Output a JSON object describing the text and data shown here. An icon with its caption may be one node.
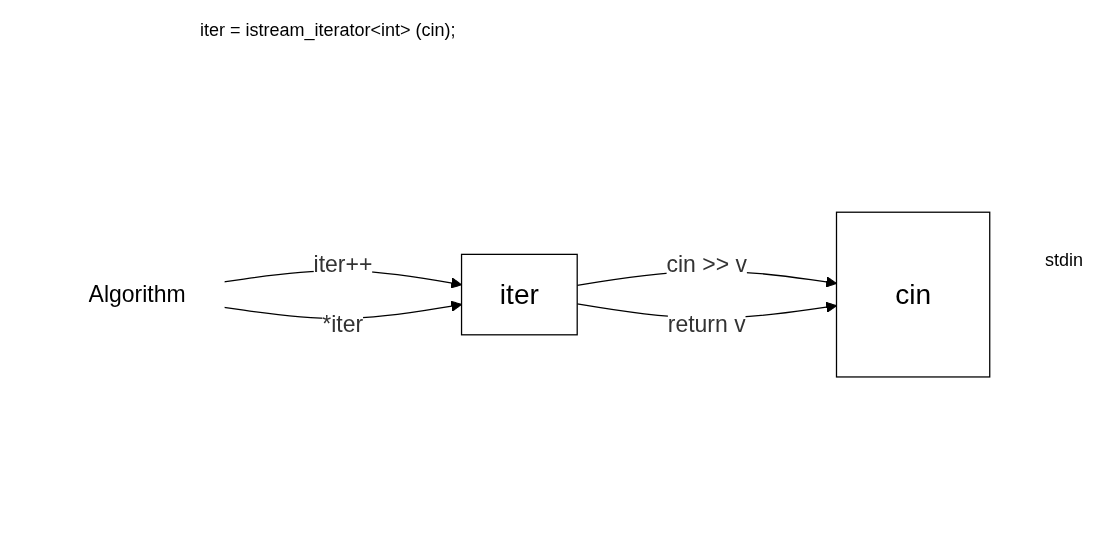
{
  "diagram": {
    "title": "iter = istream_iterator<int> (cin);",
    "nodes": [
      {
        "text": [
          "Algorithm"
        ]
      },
      {
        "text": [
          "iter"
        ]
      },
      {
        "text": [
          "cin"
        ]
      }
    ],
    "edges": [
      {
        "from": 0,
        "to": 1,
        "arrow": "to",
        "label": "iter++"
      },
      {
        "from": 0,
        "to": 1,
        "arrow": "to",
        "label": "*iter"
      },
      {
        "from": 1,
        "to": 2,
        "arrow": "to",
        "label": "cin >> v"
      },
      {
        "from": 1,
        "to": 2,
        "arrow": "to",
        "label": "return v"
      }
    ],
    "labels": [
      "stdin"
    ]
  }
}
